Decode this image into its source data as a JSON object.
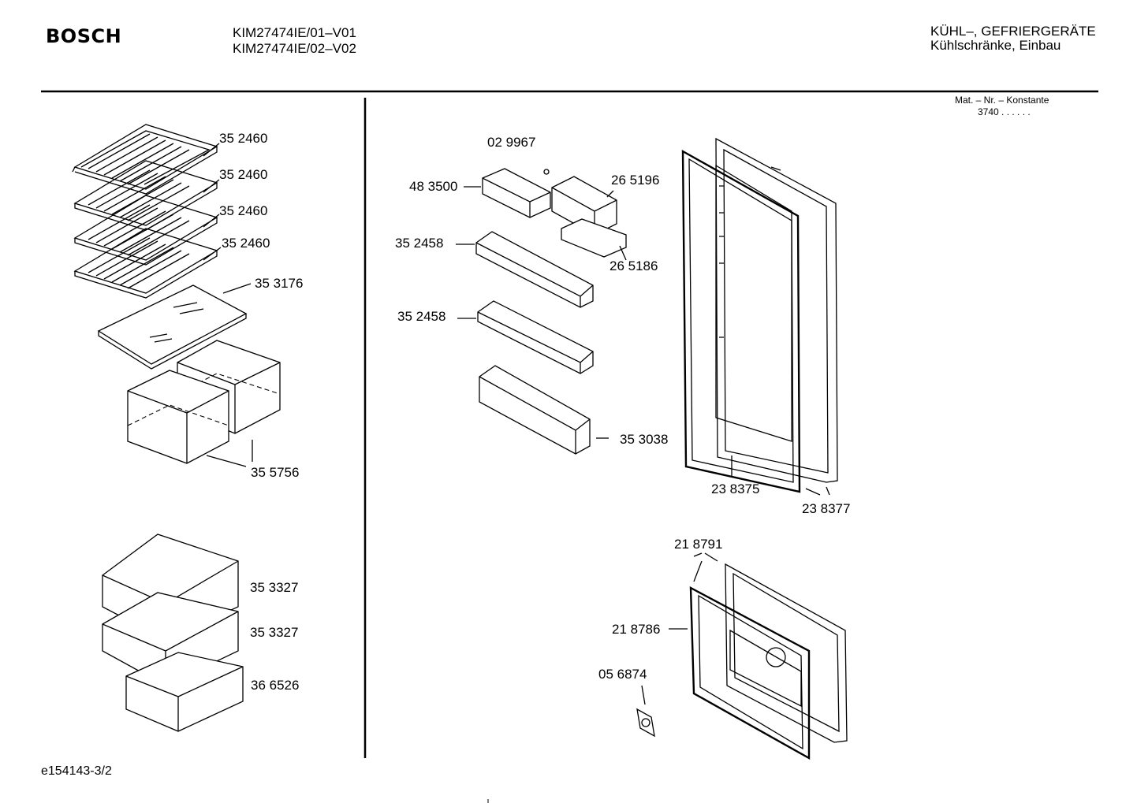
{
  "header": {
    "brand": "BOSCH",
    "models": [
      "KIM27474IE/01–V01",
      "KIM27474IE/02–V02"
    ],
    "category": [
      "KÜHL–, GEFRIERGERÄTE",
      "Kühlschränke, Einbau"
    ],
    "mat_nr_label": "Mat. – Nr. – Konstante",
    "mat_nr_value": "3740 . .   . . . ."
  },
  "parts": {
    "left": [
      "35 2460",
      "35 2460",
      "35 2460",
      "35 2460",
      "35 3176",
      "35 5756",
      "35 3327",
      "35 3327",
      "36 6526"
    ],
    "door": [
      "02 9967",
      "48 3500",
      "26 5196",
      "35 2458",
      "26 5186",
      "35 2458",
      "35 3038",
      "23 8375",
      "23 8377"
    ],
    "freezer": [
      "21 8791",
      "21 8786",
      "05 6874"
    ]
  },
  "footer": {
    "doc_id": "e154143-3/2"
  }
}
